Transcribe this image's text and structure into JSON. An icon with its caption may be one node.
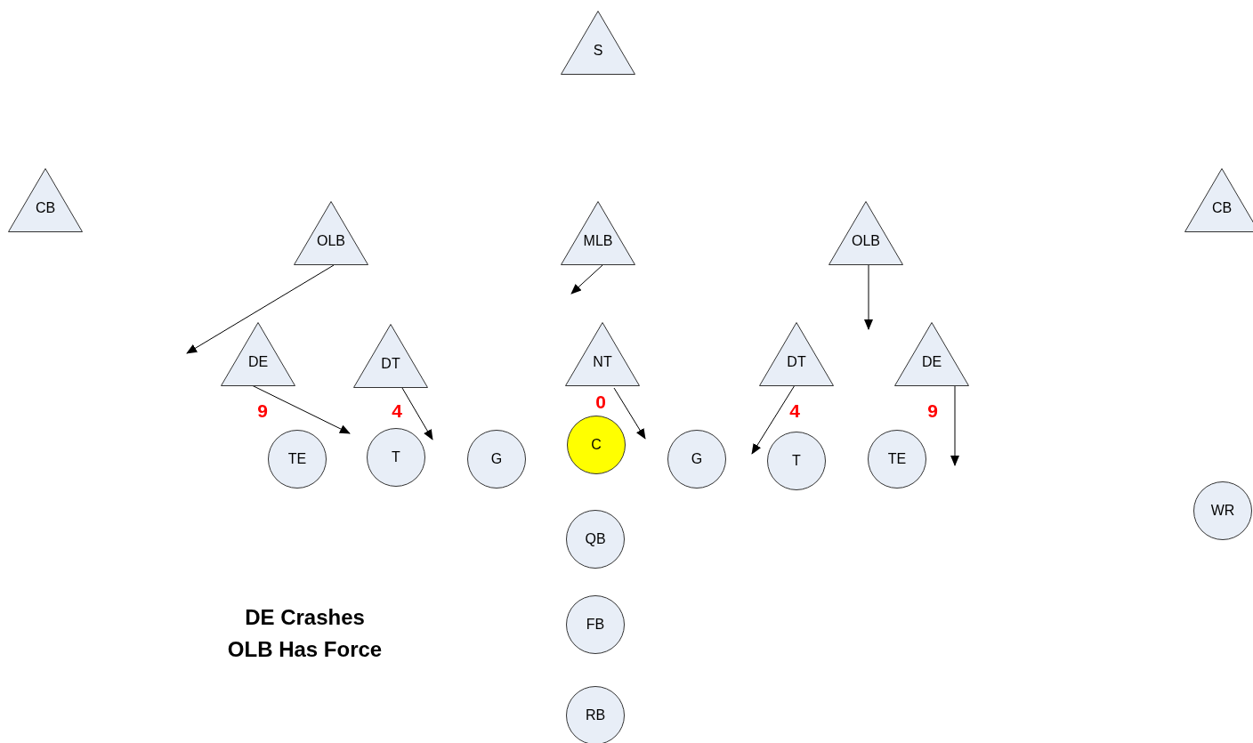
{
  "diagram": {
    "nodes": [
      {
        "text": [
          "S"
        ]
      },
      {
        "text": [
          "CB"
        ]
      },
      {
        "text": [
          "CB"
        ]
      },
      {
        "text": [
          "OLB"
        ]
      },
      {
        "text": [
          "MLB"
        ]
      },
      {
        "text": [
          "OLB"
        ]
      },
      {
        "text": [
          "DE"
        ]
      },
      {
        "text": [
          "DT"
        ]
      },
      {
        "text": [
          "NT"
        ]
      },
      {
        "text": [
          "DT"
        ]
      },
      {
        "text": [
          "DE"
        ]
      },
      {
        "text": [
          "TE"
        ]
      },
      {
        "text": [
          "T"
        ]
      },
      {
        "text": [
          "G"
        ]
      },
      {
        "text": [
          "C"
        ]
      },
      {
        "text": [
          "G"
        ]
      },
      {
        "text": [
          "T"
        ]
      },
      {
        "text": [
          "TE"
        ]
      },
      {
        "text": [
          "WR"
        ]
      },
      {
        "text": [
          "QB"
        ]
      },
      {
        "text": [
          "FB"
        ]
      },
      {
        "text": [
          "RB"
        ]
      }
    ],
    "edges": [
      {
        "from": 3,
        "to": null,
        "arrow": "to"
      },
      {
        "from": 4,
        "to": null,
        "arrow": "to"
      },
      {
        "from": 5,
        "to": null,
        "arrow": "to"
      },
      {
        "from": 6,
        "to": 12,
        "arrow": "to"
      },
      {
        "from": 7,
        "to": 12,
        "arrow": "to"
      },
      {
        "from": 8,
        "to": 14,
        "arrow": "to"
      },
      {
        "from": 9,
        "to": 16,
        "arrow": "to"
      },
      {
        "from": 10,
        "to": 17,
        "arrow": "to"
      }
    ],
    "labels": [
      "9",
      "4",
      "0",
      "4",
      "9",
      "DE Crashes OLB Has Force"
    ]
  }
}
